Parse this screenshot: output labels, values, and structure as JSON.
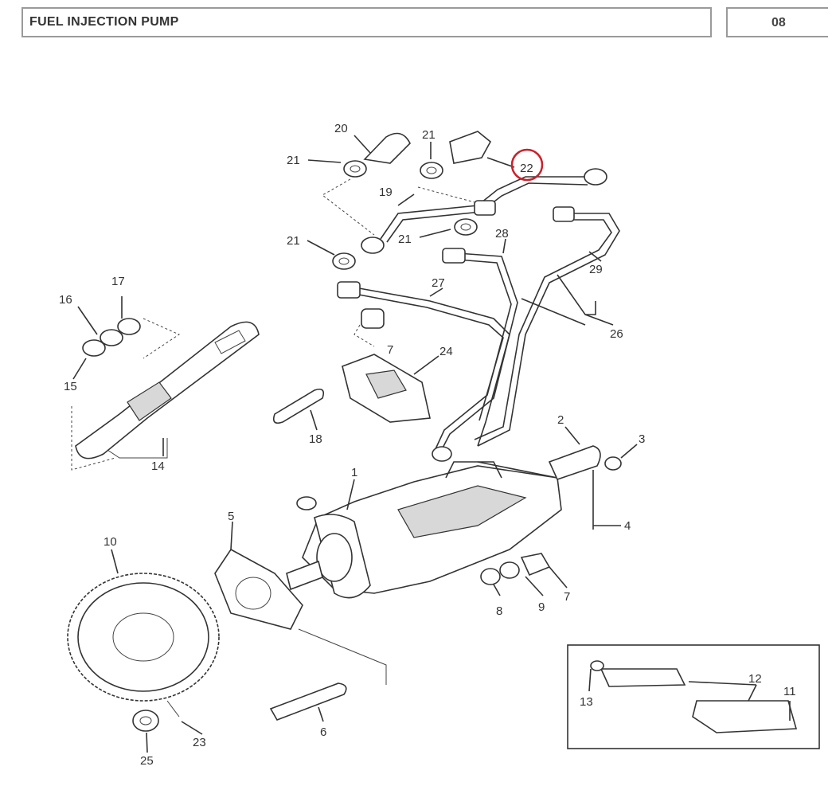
{
  "header": {
    "title": "FUEL INJECTION PUMP",
    "page_number": "08"
  },
  "callouts": {
    "c1": "1",
    "c2": "2",
    "c3": "3",
    "c4": "4",
    "c5": "5",
    "c6": "6",
    "c7a": "7",
    "c7b": "7",
    "c8": "8",
    "c9": "9",
    "c10": "10",
    "c11": "11",
    "c12": "12",
    "c13": "13",
    "c14": "14",
    "c15": "15",
    "c16": "16",
    "c17": "17",
    "c18": "18",
    "c19": "19",
    "c20": "20",
    "c21a": "21",
    "c21b": "21",
    "c21c": "21",
    "c21d": "21",
    "c22": "22",
    "c23": "23",
    "c24": "24",
    "c25": "25",
    "c26": "26",
    "c27": "27",
    "c28": "28",
    "c29": "29"
  },
  "highlight": {
    "callout": "22",
    "color": "#cc1f2a"
  }
}
